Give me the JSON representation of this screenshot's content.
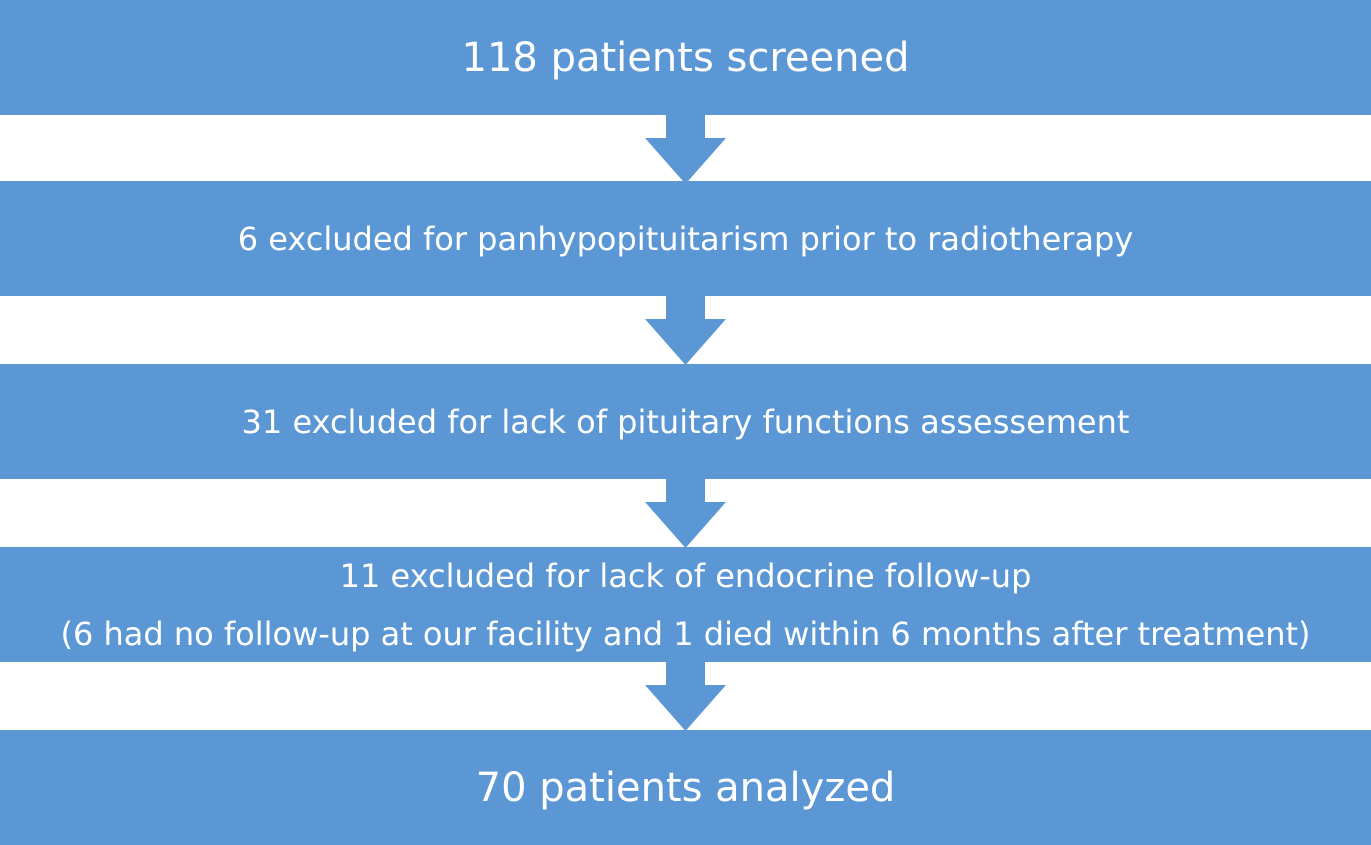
{
  "flowchart": {
    "colors": {
      "box_fill": "#5b97d5",
      "arrow_fill": "#5b97d5",
      "text": "#ffffff",
      "background": "#ffffff"
    },
    "steps": [
      {
        "lines": [
          "118 patients screened"
        ]
      },
      {
        "lines": [
          "6 excluded for panhypopituitarism prior to radiotherapy"
        ]
      },
      {
        "lines": [
          "31 excluded for lack of pituitary functions assessement"
        ]
      },
      {
        "lines": [
          "11 excluded for lack of endocrine follow-up",
          "(6 had no follow-up at our facility and 1 died within 6 months after treatment)"
        ]
      },
      {
        "lines": [
          "70 patients analyzed"
        ]
      }
    ]
  }
}
